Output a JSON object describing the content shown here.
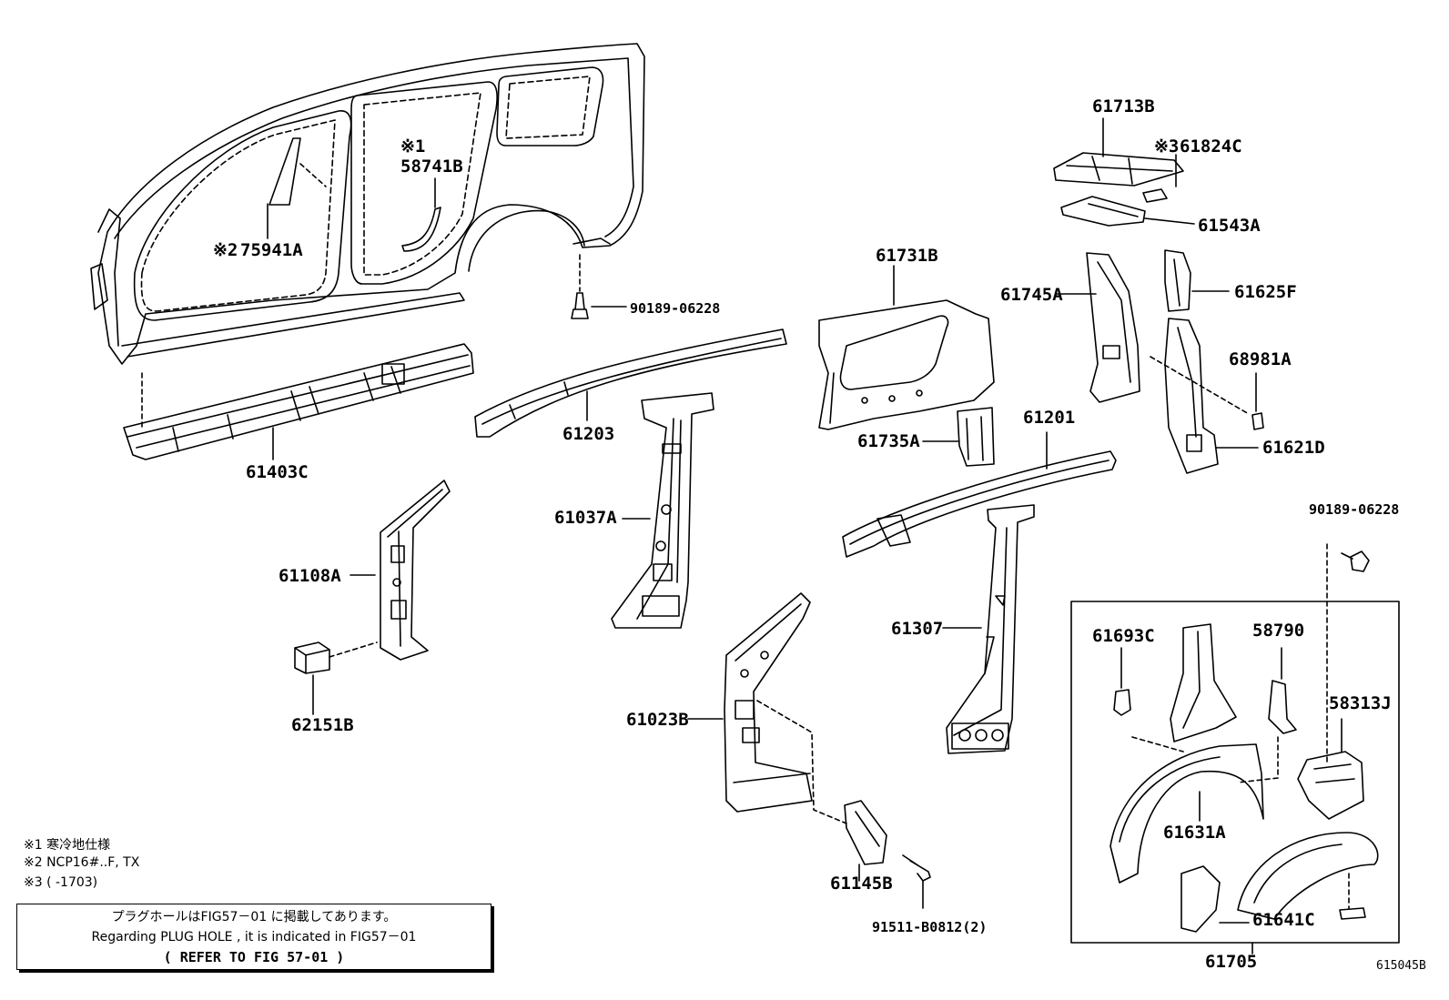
{
  "parts": {
    "p61713B": "61713B",
    "p61824C": "61824C",
    "p61824C_mark": "※3",
    "p61543A": "61543A",
    "p61731B": "61731B",
    "p61745A": "61745A",
    "p61625F": "61625F",
    "p68981A": "68981A",
    "p61621D": "61621D",
    "p58741B": "58741B",
    "p58741B_mark": "※1",
    "p75941A": "75941A",
    "p75941A_mark": "※2",
    "p90189_top": "90189-06228",
    "p61403C": "61403C",
    "p61203": "61203",
    "p61735A": "61735A",
    "p61201": "61201",
    "p61037A": "61037A",
    "p61108A": "61108A",
    "p90189_right": "90189-06228",
    "p62151B": "62151B",
    "p61307": "61307",
    "p61693C": "61693C",
    "p58790": "58790",
    "p58313J": "58313J",
    "p61023B": "61023B",
    "p61631A": "61631A",
    "p61145B": "61145B",
    "p91511": "91511-B0812(2)",
    "p61641C": "61641C",
    "p61705": "61705"
  },
  "notes": {
    "n1": "※1 寒冷地仕様",
    "n2": "※2 NCP16#..F, TX",
    "n3": "※3 (      -1703)"
  },
  "notebox": {
    "line1": "プラグホールはFIG57－01 に掲載してあります。",
    "line2": "Regarding PLUG HOLE , it is indicated in FIG57－01",
    "line3": "(   REFER TO FIG 57-01  )"
  },
  "figure_id": "615045B"
}
